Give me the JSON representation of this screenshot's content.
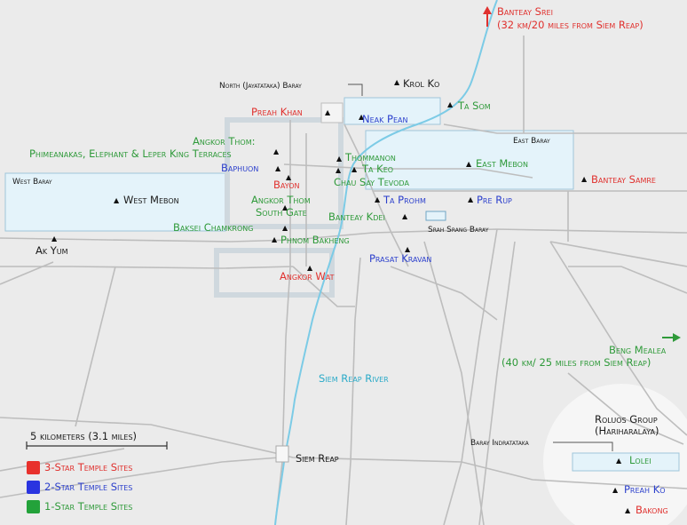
{
  "map": {
    "temples": {
      "three_star": [
        {
          "id": "preah-khan",
          "label": "Preah Khan"
        },
        {
          "id": "bayon",
          "label": "Bayon"
        },
        {
          "id": "angkor-wat",
          "label": "Angkor Wat"
        },
        {
          "id": "banteay-samre",
          "label": "Banteay Samre"
        },
        {
          "id": "bakong",
          "label": "Bakong"
        },
        {
          "id": "banteay-srei",
          "label": "Banteay Srei"
        }
      ],
      "two_star": [
        {
          "id": "neak-pean",
          "label": "Neak Pean"
        },
        {
          "id": "baphuon",
          "label": "Baphuon"
        },
        {
          "id": "ta-prohm",
          "label": "Ta Prohm"
        },
        {
          "id": "pre-rup",
          "label": "Pre Rup"
        },
        {
          "id": "prasat-kravan",
          "label": "Prasat Kravan"
        },
        {
          "id": "preah-ko",
          "label": "Preah Ko"
        }
      ],
      "one_star": [
        {
          "id": "ta-som",
          "label": "Ta Som"
        },
        {
          "id": "angkor-thom",
          "label": "Angkor Thom:"
        },
        {
          "id": "angkor-thom-sub",
          "label": "Phimeanakas, Elephant  & Leper King Terraces"
        },
        {
          "id": "thommanon",
          "label": "Thommanon"
        },
        {
          "id": "ta-keo",
          "label": "Ta Keo"
        },
        {
          "id": "chau-say-tevoda",
          "label": "Chau Say Tevoda"
        },
        {
          "id": "east-mebon",
          "label": "East Mebon"
        },
        {
          "id": "angkor-thom-south-gate",
          "label": "Angkor Thom"
        },
        {
          "id": "angkor-thom-south-gate-2",
          "label": "South Gate"
        },
        {
          "id": "banteay-kdei",
          "label": "Banteay Kdei"
        },
        {
          "id": "baksei-chamkrong",
          "label": "Baksei Chamkrong"
        },
        {
          "id": "phnom-bakheng",
          "label": "Phnom Bakheng"
        },
        {
          "id": "lolei",
          "label": "Lolei"
        },
        {
          "id": "beng-mealea",
          "label": "Beng Mealea"
        }
      ]
    },
    "places": {
      "north_baray": "North (Jayatataka) Baray",
      "krol_ko": "Krol Ko",
      "east_baray": "East Baray",
      "west_baray": "West Baray",
      "west_mebon": "West Mebon",
      "ak_yum": "Ak Yum",
      "srah_srang": "Srah Srang Baray",
      "siem_reap": "Siem Reap",
      "siem_reap_river": "Siem Reap River",
      "baray_indratataka": "Baray Indratataka",
      "roluos_group": "Roluos Group",
      "roluos_sub": "(Hariharalaya)"
    },
    "notes": {
      "banteay_srei_distance": "(32 km/20 miles from Siem Reap)",
      "beng_mealea_distance": "(40 km/ 25 miles from Siem Reap)"
    },
    "scale_label": "5 kilometers (3.1 miles)",
    "legend": [
      {
        "label": "3-Star Temple Sites",
        "color": "#e8312c"
      },
      {
        "label": "2-Star Temple Sites",
        "color": "#2a34e0"
      },
      {
        "label": "1-Star Temple Sites",
        "color": "#23a23a"
      }
    ],
    "colors": {
      "background": "#ebebeb",
      "water": "#e4f3fa",
      "river": "#7ccbe6",
      "road": "#bdbdbd"
    }
  }
}
